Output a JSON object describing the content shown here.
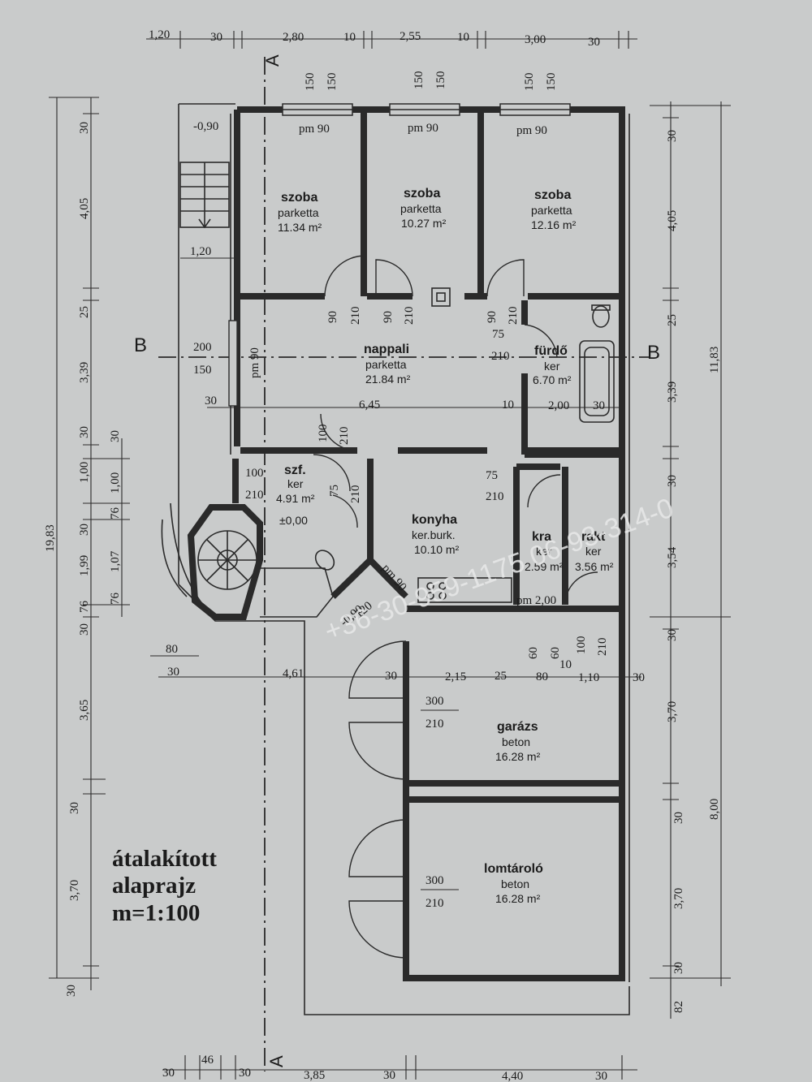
{
  "title": {
    "line1": "átalakított",
    "line2": "alaprajz",
    "line3": "m=1:100"
  },
  "watermark": "+36-30-959-1175 06-93-314-0",
  "section_marks": {
    "a_top": "A",
    "a_bottom": "A",
    "b_left": "B",
    "b_right": "B"
  },
  "rooms": {
    "szoba1": {
      "name": "szoba",
      "floor": "parketta",
      "area": "11.34 m²"
    },
    "szoba2": {
      "name": "szoba",
      "floor": "parketta",
      "area": "10.27 m²"
    },
    "szoba3": {
      "name": "szoba",
      "floor": "parketta",
      "area": "12.16 m²"
    },
    "nappali": {
      "name": "nappali",
      "floor": "parketta",
      "area": "21.84 m²"
    },
    "furdo": {
      "name": "fürdő",
      "floor": "ker",
      "area": "6.70 m²"
    },
    "szf": {
      "name": "szf.",
      "floor": "ker",
      "area": "4.91 m²",
      "level": "±0,00"
    },
    "konyha": {
      "name": "konyha",
      "floor": "ker.burk.",
      "area": "10.10 m²"
    },
    "kra": {
      "name": "kra",
      "floor": "ker",
      "area": "2.59 m²"
    },
    "rakt": {
      "name": "rakt",
      "floor": "ker",
      "area": "3.56 m²"
    },
    "garazs": {
      "name": "garázs",
      "floor": "beton",
      "area": "16.28 m²"
    },
    "lomtarolo": {
      "name": "lomtároló",
      "floor": "beton",
      "area": "16.28 m²"
    }
  },
  "levels": {
    "upper": "-0,90",
    "lower": "-0,90"
  },
  "top_dims": [
    "1,20",
    "30",
    "2,80",
    "10",
    "2,55",
    "10",
    "3,00",
    "30"
  ],
  "window_dims": [
    "150",
    "150",
    "150",
    "150",
    "150",
    "150"
  ],
  "window_labels": [
    "pm 90",
    "pm 90",
    "pm 90"
  ],
  "left_outer_total": "19,83",
  "left_dims": [
    "30",
    "4,05",
    "25",
    "3,39",
    "30",
    "1,00",
    "30",
    "1,99",
    "76",
    "30",
    "3,65",
    "30",
    "3,70",
    "30"
  ],
  "left_inner_dims": [
    "30",
    "1,00",
    "76",
    "1,07",
    "76"
  ],
  "right_dims": [
    "30",
    "4,05",
    "25",
    "3,39",
    "30",
    "3,54",
    "30",
    "3,70",
    "30",
    "3,70",
    "30",
    "82"
  ],
  "right_totals": [
    "11,83",
    "8,00"
  ],
  "bottom_dims": [
    "30",
    "46",
    "30",
    "3,85",
    "30",
    "4,40",
    "30"
  ],
  "interior_dims": {
    "stair_width": "1,20",
    "b_200": "200",
    "b_150": "150",
    "pm_left": "pm 90",
    "nappali_30": "30",
    "nappali_645": "6,45",
    "nappali_10": "10",
    "furdo_200": "2,00",
    "furdo_30": "30",
    "door_90a": "90",
    "door_210a": "210",
    "door_90b": "90",
    "door_210b": "210",
    "door_90c": "90",
    "door_210c": "210",
    "furdo_75": "75",
    "furdo_210": "210",
    "nap_100": "100",
    "nap_210": "210",
    "szf_100": "100",
    "szf_210": "210",
    "szf_75": "75",
    "szf_210b": "210",
    "kon_75": "75",
    "kon_210": "210",
    "kon_pm": "pm 90",
    "kra_pm": "pm 2,00",
    "kon_120": "120",
    "g_80": "80",
    "g_30": "30",
    "g_461": "4,61",
    "g_30b": "30",
    "g_215": "2,15",
    "g_25": "25",
    "g_80b": "80",
    "g_10": "10",
    "g_110": "1,10",
    "g_30c": "30",
    "g_60a": "60",
    "g_60b": "60",
    "g_100": "100",
    "g_210": "210",
    "garage_door_w": "300",
    "garage_door_h": "210",
    "lomt_door_w": "300",
    "lomt_door_h": "210"
  }
}
